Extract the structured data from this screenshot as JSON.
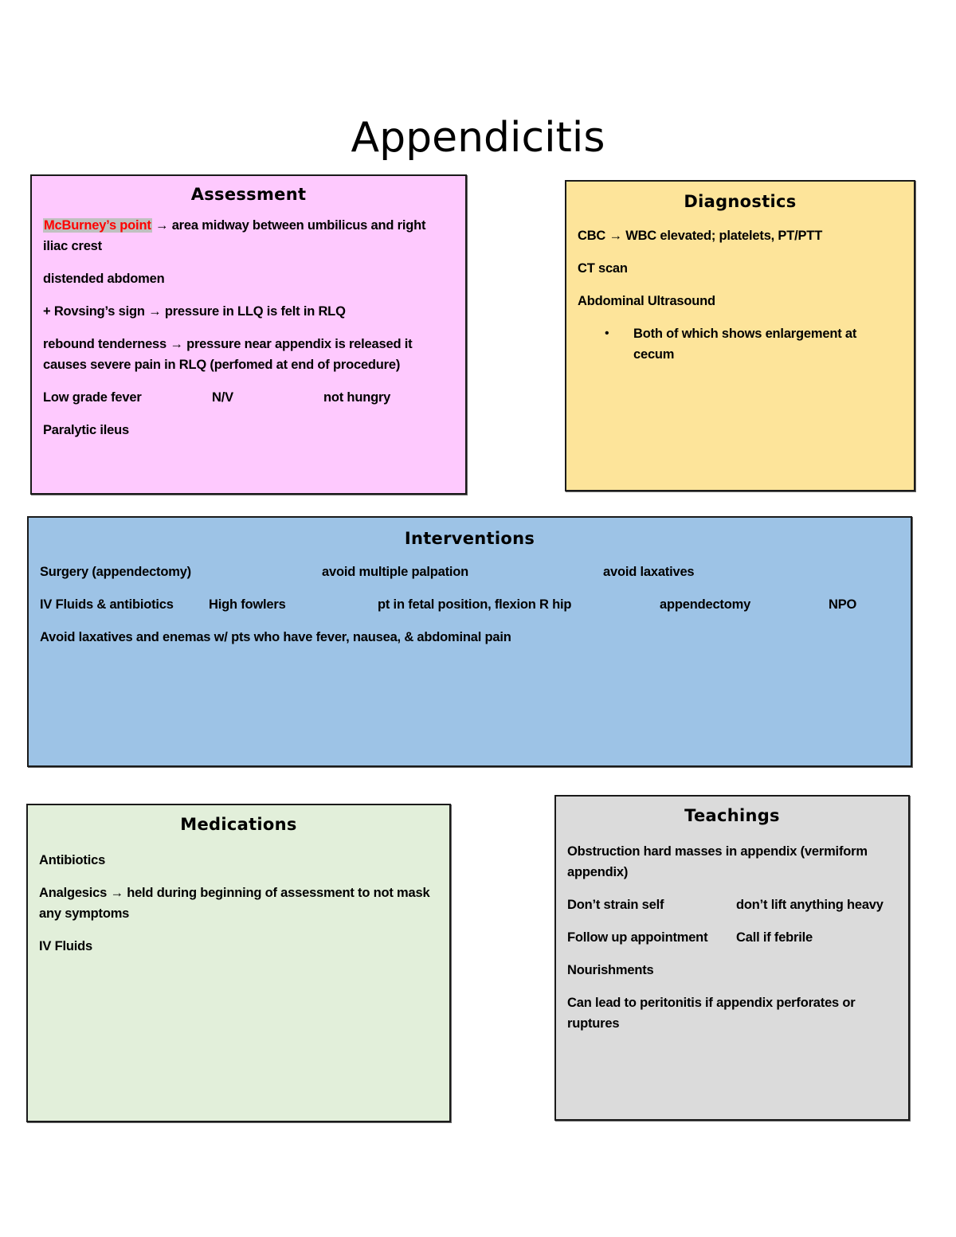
{
  "page": {
    "title": "Appendicitis"
  },
  "assessment": {
    "heading": "Assessment",
    "highlight_term": "McBurney’s point",
    "highlight_color": "#ff0000",
    "highlight_bg": "#c0c0c0",
    "item1_rest": " → area midway between umbilicus and right",
    "item1_line2": "iliac crest",
    "item2": "distended abdomen",
    "item3": "+ Rovsing’s sign → pressure in LLQ is felt in RLQ",
    "item4_line1": "rebound tenderness → pressure near appendix is released it",
    "item4_line2": "causes severe pain in RLQ (perfomed at end of procedure)",
    "row5": [
      "Low grade fever",
      "N/V",
      "not hungry"
    ],
    "item6": "Paralytic ileus",
    "bg_color": "#fec9fe"
  },
  "diagnostics": {
    "heading": "Diagnostics",
    "item1": "CBC → WBC elevated; platelets, PT/PTT",
    "item2": "CT scan",
    "item3": "Abdominal Ultrasound",
    "bullet": "•",
    "bullet_line1": "Both of which shows enlargement at",
    "bullet_line2": "cecum",
    "bg_color": "#fde49a"
  },
  "interventions": {
    "heading": "Interventions",
    "row1": [
      "Surgery (appendectomy)",
      "avoid multiple palpation",
      "avoid laxatives"
    ],
    "row2": [
      "IV Fluids & antibiotics",
      "High fowlers",
      "pt in fetal position, flexion R hip",
      "appendectomy",
      "NPO"
    ],
    "row3": "Avoid laxatives and enemas w/ pts who have fever, nausea, & abdominal pain",
    "bg_color": "#9dc3e6"
  },
  "medications": {
    "heading": "Medications",
    "item1": "Antibiotics",
    "item2_line1": "Analgesics → held during beginning of assessment to not mask",
    "item2_line2": "any symptoms",
    "item3": "IV Fluids",
    "bg_color": "#e2efda"
  },
  "teachings": {
    "heading": "Teachings",
    "item1_line1": "Obstruction hard masses in appendix (vermiform",
    "item1_line2": "appendix)",
    "row2": [
      "Don’t strain self",
      "don’t lift anything heavy"
    ],
    "row3": [
      "Follow up appointment",
      "Call if febrile"
    ],
    "item4": "Nourishments",
    "item5_line1": "Can lead to peritonitis if appendix perforates or",
    "item5_line2": "ruptures",
    "bg_color": "#dbdbdb"
  }
}
